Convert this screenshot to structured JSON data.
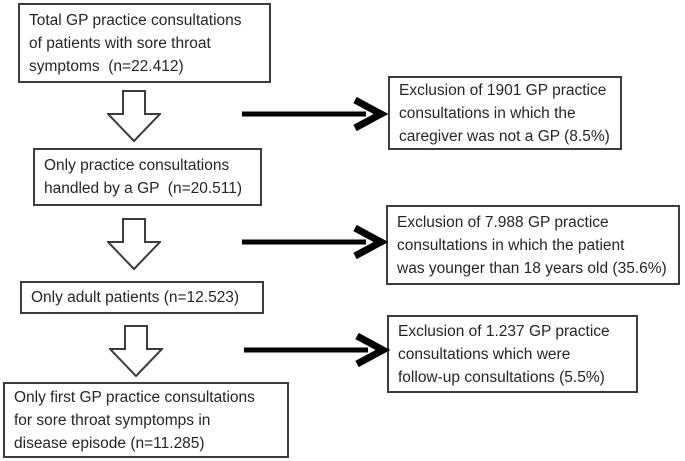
{
  "flowchart": {
    "steps": [
      {
        "text": "Total GP practice consultations\nof patients with sore throat\nsymptoms  (n=22.412)"
      },
      {
        "text": "Only practice consultations\nhandled by a GP  (n=20.511)"
      },
      {
        "text": "Only adult patients (n=12.523)"
      },
      {
        "text": "Only first GP practice consultations\nfor sore throat symptomps in\ndisease episode (n=11.285)"
      }
    ],
    "exclusions": [
      {
        "text": "Exclusion of 1901 GP practice\nconsultations in which the\ncaregiver was not a GP (8.5%)"
      },
      {
        "text": "Exclusion of 7.988 GP practice\nconsultations in which the patient\nwas younger than 18 years old (35.6%)"
      },
      {
        "text": "Exclusion of 1.237 GP practice\nconsultations which were\nfollow-up consultations (5.5%)"
      }
    ],
    "colors": {
      "box_border": "#3c3c3c",
      "text": "#252525",
      "arrow": "#000000",
      "background": "#ffffff"
    }
  }
}
